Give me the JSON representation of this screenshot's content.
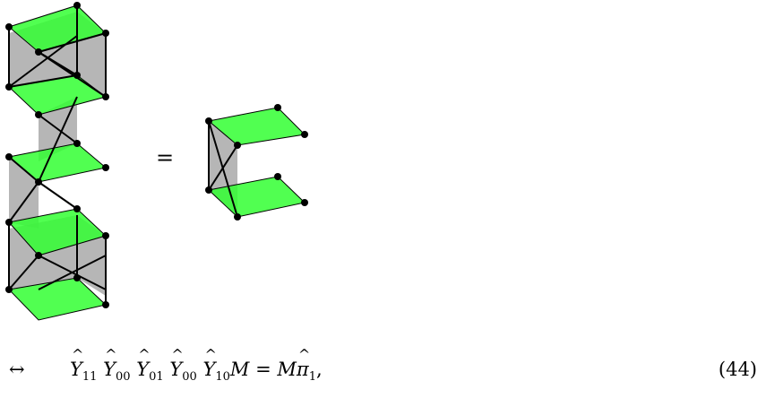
{
  "figure": {
    "equals": "=",
    "colors": {
      "face_green": "#33ff33",
      "face_gray": "#9e9e9e",
      "edge": "#000000",
      "vertex": "#000000"
    }
  },
  "equation": {
    "arrow": "↔",
    "number": "(44)",
    "tokens": [
      {
        "base": "Y",
        "sub": "11"
      },
      {
        "base": "Y",
        "sub": "00"
      },
      {
        "base": "Y",
        "sub": "01"
      },
      {
        "base": "Y",
        "sub": "00"
      },
      {
        "base": "Y",
        "sub": "10"
      }
    ],
    "rest_left": "M",
    "equals": "=",
    "rest_right": "M",
    "pi": {
      "base": "π",
      "sub": "1"
    },
    "trailing": ","
  }
}
